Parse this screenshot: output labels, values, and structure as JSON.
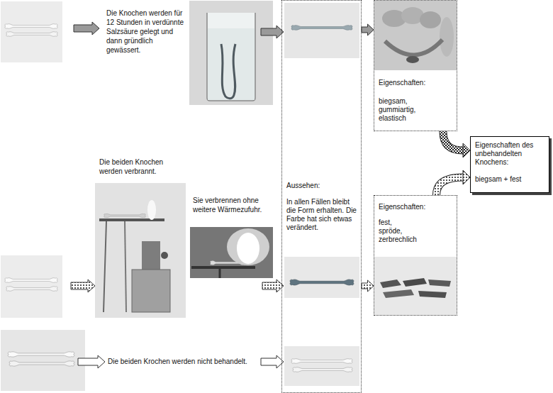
{
  "diagram": {
    "nodes": [
      {
        "text": [
          "Aussehen:",
          "In allen Fällen bleibt die Form erhalten. Die Farbe hat sich etwas verändert."
        ]
      },
      {
        "text": [
          "Eigenschaften:",
          "biegsam, gummiartig, elastisch"
        ]
      },
      {
        "text": [
          "Eigenschaften:",
          "fest, spröde, zerbrechlich"
        ]
      },
      {
        "text": [
          "Eigenschaften des unbehandelten Knochens:",
          "biegsam + fest"
        ]
      }
    ],
    "edges": [
      {
        "from": 0,
        "to": 1,
        "arrow": "to"
      },
      {
        "from": 0,
        "to": 2,
        "arrow": "to"
      },
      {
        "from": 1,
        "to": 3,
        "arrow": "to"
      },
      {
        "from": 2,
        "to": 3,
        "arrow": "to"
      }
    ],
    "labels": [
      "Die Knochen werden für 12 Stunden in verdünnte Salzsäure gelegt und dann gründlich gewässert.",
      "Die beiden Knochen werden verbrannt.",
      "Sie verbrennen ohne weitere Wärmezufuhr.",
      "Die beiden Krochen werden nicht behandelt."
    ]
  }
}
